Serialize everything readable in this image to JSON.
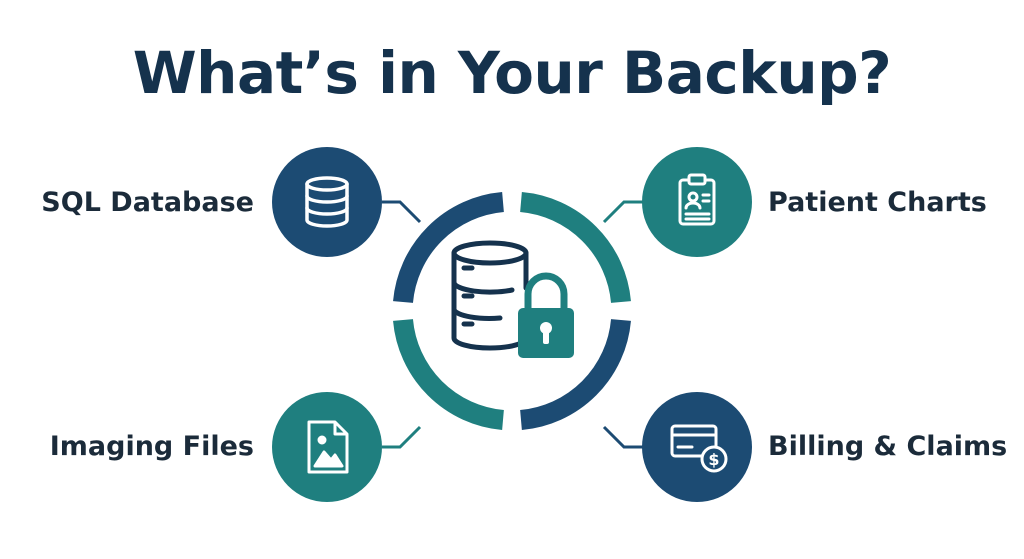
{
  "title": "What’s in Your Backup?",
  "colors": {
    "navy": "#1c4b73",
    "teal": "#1f7f7f",
    "text": "#1b2b3a",
    "title": "#15324d"
  },
  "center": {
    "icon": "database-lock-icon"
  },
  "items": [
    {
      "label": "SQL Database",
      "icon": "database-icon",
      "color": "#1c4b73"
    },
    {
      "label": "Patient Charts",
      "icon": "clipboard-chart-icon",
      "color": "#1f7f7f"
    },
    {
      "label": "Imaging Files",
      "icon": "image-file-icon",
      "color": "#1f7f7f"
    },
    {
      "label": "Billing & Claims",
      "icon": "billing-card-icon",
      "color": "#1c4b73"
    }
  ]
}
